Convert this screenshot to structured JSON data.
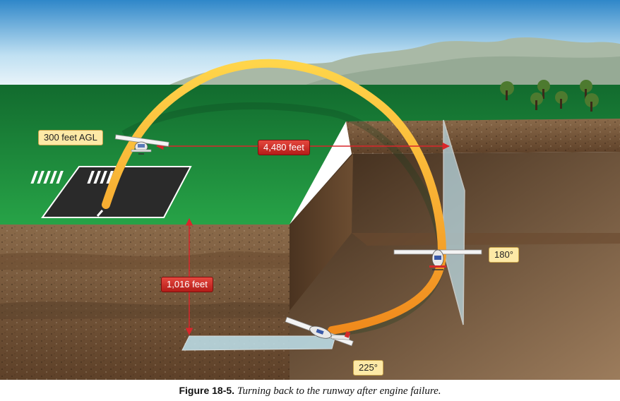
{
  "labels": {
    "altitude": "300 feet AGL",
    "horizontal_distance": "4,480 feet",
    "altitude_loss": "1,016 feet",
    "angle_180": "180°",
    "angle_225": "225°"
  },
  "caption": {
    "figure": "Figure 18-5.",
    "text": "Turning back to the runway after engine failure."
  },
  "colors": {
    "grass": "#1f8f3c",
    "soil": "#7a5a3c",
    "path": "#f5a623",
    "arrow": "#d9262b",
    "label_fill": "#fde9a6"
  }
}
